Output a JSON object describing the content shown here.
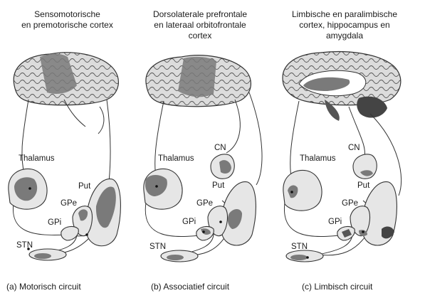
{
  "panels": [
    {
      "title": "Sensomotorische\nen premotorische cortex",
      "labels": {
        "thalamus": "Thalamus",
        "put": "Put",
        "gpe": "GPe",
        "gpi": "GPi",
        "stn": "STN"
      },
      "caption": "(a) Motorisch circuit"
    },
    {
      "title": "Dorsolaterale prefrontale\nen lateraal orbitofrontale\ncortex",
      "labels": {
        "thalamus": "Thalamus",
        "cn": "CN",
        "put": "Put",
        "gpe": "GPe",
        "gpi": "GPi",
        "stn": "STN"
      },
      "caption": "(b) Associatief circuit"
    },
    {
      "title": "Limbische en paralimbische\ncortex, hippocampus en\namygdala",
      "labels": {
        "thalamus": "Thalamus",
        "cn": "CN",
        "put": "Put",
        "gpe": "GPe",
        "gpi": "GPi",
        "stn": "STN"
      },
      "caption": "(c) Limbisch circuit"
    }
  ],
  "colors": {
    "ink": "#1a1a1a",
    "brain": "#d9d9d9",
    "highlight": "#7a7a7a",
    "outline": "#333333"
  }
}
